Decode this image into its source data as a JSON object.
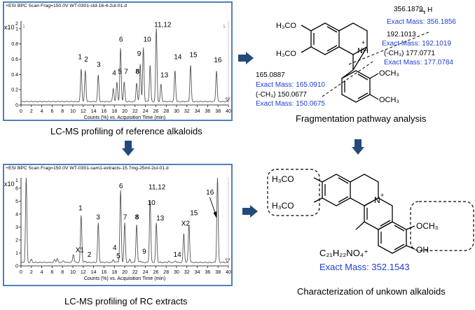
{
  "chart_data": [
    {
      "type": "line",
      "header": "+ESI BPC Scan Frag=150.0V WT-0301-std-16-4-2ul-01.d",
      "scale_label": "x10",
      "scale_exp": "2",
      "corner_left": "1",
      "corner_right": "1",
      "xlabel": "Counts (%) vs. Acquisition Time (min)",
      "xlim": [
        0,
        40
      ],
      "ylim": [
        0,
        1.1
      ],
      "xticks": [
        "0",
        "2",
        "4",
        "6",
        "8",
        "10",
        "12",
        "14",
        "16",
        "18",
        "20",
        "22",
        "24",
        "26",
        "28",
        "30",
        "32",
        "34",
        "36",
        "38",
        "40"
      ],
      "yticks": [
        "0",
        "0.2",
        "0.4",
        "0.6",
        "0.8",
        "1"
      ],
      "peaks": [
        {
          "x": 11.6,
          "y": 0.47
        },
        {
          "x": 12.4,
          "y": 0.45
        },
        {
          "x": 14.9,
          "y": 0.39
        },
        {
          "x": 17.8,
          "y": 0.22
        },
        {
          "x": 18.5,
          "y": 0.3
        },
        {
          "x": 19.2,
          "y": 0.74
        },
        {
          "x": 19.9,
          "y": 0.3
        },
        {
          "x": 22.3,
          "y": 0.29
        },
        {
          "x": 23.0,
          "y": 0.54
        },
        {
          "x": 23.6,
          "y": 0.75
        },
        {
          "x": 24.9,
          "y": 0.52
        },
        {
          "x": 26.1,
          "y": 1.0
        },
        {
          "x": 27.0,
          "y": 0.27
        },
        {
          "x": 29.7,
          "y": 0.45
        },
        {
          "x": 32.7,
          "y": 0.52
        },
        {
          "x": 37.7,
          "y": 0.45
        },
        {
          "x": 40.0,
          "y": 0.07
        }
      ],
      "labels": [
        {
          "text": "1",
          "x": 11.0,
          "y": 0.6
        },
        {
          "text": "2",
          "x": 12.2,
          "y": 0.57
        },
        {
          "text": "3",
          "x": 14.6,
          "y": 0.5
        },
        {
          "text": "4",
          "x": 17.6,
          "y": 0.39
        },
        {
          "text": "5",
          "x": 18.7,
          "y": 0.41
        },
        {
          "text": "6",
          "x": 18.9,
          "y": 0.83
        },
        {
          "text": "7",
          "x": 19.9,
          "y": 0.41
        },
        {
          "text": "8",
          "x": 22.1,
          "y": 0.41
        },
        {
          "text": "9",
          "x": 22.4,
          "y": 0.64
        },
        {
          "text": "10",
          "x": 23.6,
          "y": 0.83
        },
        {
          "text": "11,12",
          "x": 25.7,
          "y": 1.02
        },
        {
          "text": "13",
          "x": 26.9,
          "y": 0.36
        },
        {
          "text": "14",
          "x": 29.5,
          "y": 0.6
        },
        {
          "text": "15",
          "x": 32.5,
          "y": 0.63
        },
        {
          "text": "16",
          "x": 37.2,
          "y": 0.56
        }
      ]
    },
    {
      "type": "line",
      "header": "+ESI BPC Scan Frag=150.0V WT-0301-sam1-extracts-15.7mg-25ml-2ul-01.d",
      "scale_label": "x10",
      "scale_exp": "1",
      "corner_left": "",
      "corner_right": "",
      "xlabel": "Counts (%) vs. Acquisition Time (min)",
      "xlim": [
        0,
        40
      ],
      "ylim": [
        0,
        6.8
      ],
      "xticks": [
        "0",
        "2",
        "4",
        "6",
        "8",
        "10",
        "12",
        "14",
        "16",
        "18",
        "20",
        "22",
        "24",
        "26",
        "28",
        "30",
        "32",
        "34",
        "36",
        "38",
        "40"
      ],
      "yticks": [
        "0",
        "1",
        "2",
        "3",
        "4",
        "5",
        "6"
      ],
      "peaks": [
        {
          "x": 1.0,
          "y": 6.8
        },
        {
          "x": 2.0,
          "y": 0.5
        },
        {
          "x": 6.5,
          "y": 0.5
        },
        {
          "x": 7.0,
          "y": 0.55
        },
        {
          "x": 8.2,
          "y": 0.4
        },
        {
          "x": 10.1,
          "y": 0.9
        },
        {
          "x": 11.6,
          "y": 3.9
        },
        {
          "x": 12.4,
          "y": 0.35
        },
        {
          "x": 14.9,
          "y": 3.3
        },
        {
          "x": 17.8,
          "y": 0.5
        },
        {
          "x": 18.6,
          "y": 0.35
        },
        {
          "x": 19.2,
          "y": 5.8
        },
        {
          "x": 20.0,
          "y": 3.3
        },
        {
          "x": 21.0,
          "y": 0.5
        },
        {
          "x": 22.3,
          "y": 3.2
        },
        {
          "x": 23.0,
          "y": 0.4
        },
        {
          "x": 24.9,
          "y": 5.1
        },
        {
          "x": 26.1,
          "y": 3.3
        },
        {
          "x": 28.5,
          "y": 0.35
        },
        {
          "x": 29.8,
          "y": 0.4
        },
        {
          "x": 31.4,
          "y": 2.5
        },
        {
          "x": 32.4,
          "y": 3.2
        },
        {
          "x": 37.9,
          "y": 6.8
        }
      ],
      "labels": [
        {
          "text": "X1",
          "x": 10.5,
          "y": 1.05
        },
        {
          "text": "1",
          "x": 11.1,
          "y": 4.3
        },
        {
          "text": "2",
          "x": 12.8,
          "y": 0.7
        },
        {
          "text": "3",
          "x": 14.5,
          "y": 3.6
        },
        {
          "text": "4",
          "x": 17.7,
          "y": 1.25
        },
        {
          "text": "5",
          "x": 18.4,
          "y": 0.6
        },
        {
          "text": "6",
          "x": 18.9,
          "y": 6.0
        },
        {
          "text": "7",
          "x": 19.7,
          "y": 3.6
        },
        {
          "text": "8",
          "x": 22.0,
          "y": 3.6
        },
        {
          "text": "9",
          "x": 23.4,
          "y": 0.95
        },
        {
          "text": "10",
          "x": 24.4,
          "y": 4.7
        },
        {
          "text": "11,12",
          "x": 24.6,
          "y": 5.9
        },
        {
          "text": "13",
          "x": 26.1,
          "y": 3.5
        },
        {
          "text": "X2",
          "x": 30.9,
          "y": 3.1
        },
        {
          "text": "14",
          "x": 29.4,
          "y": 0.7
        },
        {
          "text": "15",
          "x": 32.6,
          "y": 3.9
        },
        {
          "text": "16",
          "x": 35.7,
          "y": 5.5
        }
      ]
    }
  ],
  "captions": {
    "top_chart": "LC-MS profiling of reference alkaloids",
    "bottom_chart": "LC-MS profiling of RC extracts",
    "top_right": "Fragmentation pathway analysis",
    "bottom_right": "Characterization of unkown alkaloids"
  },
  "structure_top": {
    "h3co_top": "H₃CO",
    "h3co_bottom": "H₃CO",
    "nh": "NH",
    "plus": "+",
    "och3_top": "OCH₃",
    "och3_bottom": "OCH₃",
    "mass_parent": "356.1879",
    "h_charge": "H",
    "exact_parent": "Exact Mass: 356.1856",
    "frag1": "192.1013",
    "exact_frag1": "Exact Mass: 192.1019",
    "frag1_ch3": "(-CH₃) 177.0771",
    "exact_frag1_ch3": "Exact Mass: 177.0784",
    "frag2": "165.0887",
    "exact_frag2": "Exact Mass: 165.0910",
    "frag2_ch3": "(-CH₃) 150.0677",
    "exact_frag2_ch3": "Exact Mass: 150.0675"
  },
  "structure_bottom": {
    "h3co_top": "H₃CO",
    "h3co_bottom": "H₃CO",
    "n_plus": "N",
    "plus": "+",
    "och3": "OCH₃",
    "oh": "OH",
    "formula": "C₂₁H₂₂NO₄⁺",
    "exact_mass": "Exact Mass: 352.1543"
  },
  "colors": {
    "frame": "#4f81bd",
    "arrow": "#244a7a",
    "blue_text": "#1f3fcf",
    "trace": "#555555"
  }
}
